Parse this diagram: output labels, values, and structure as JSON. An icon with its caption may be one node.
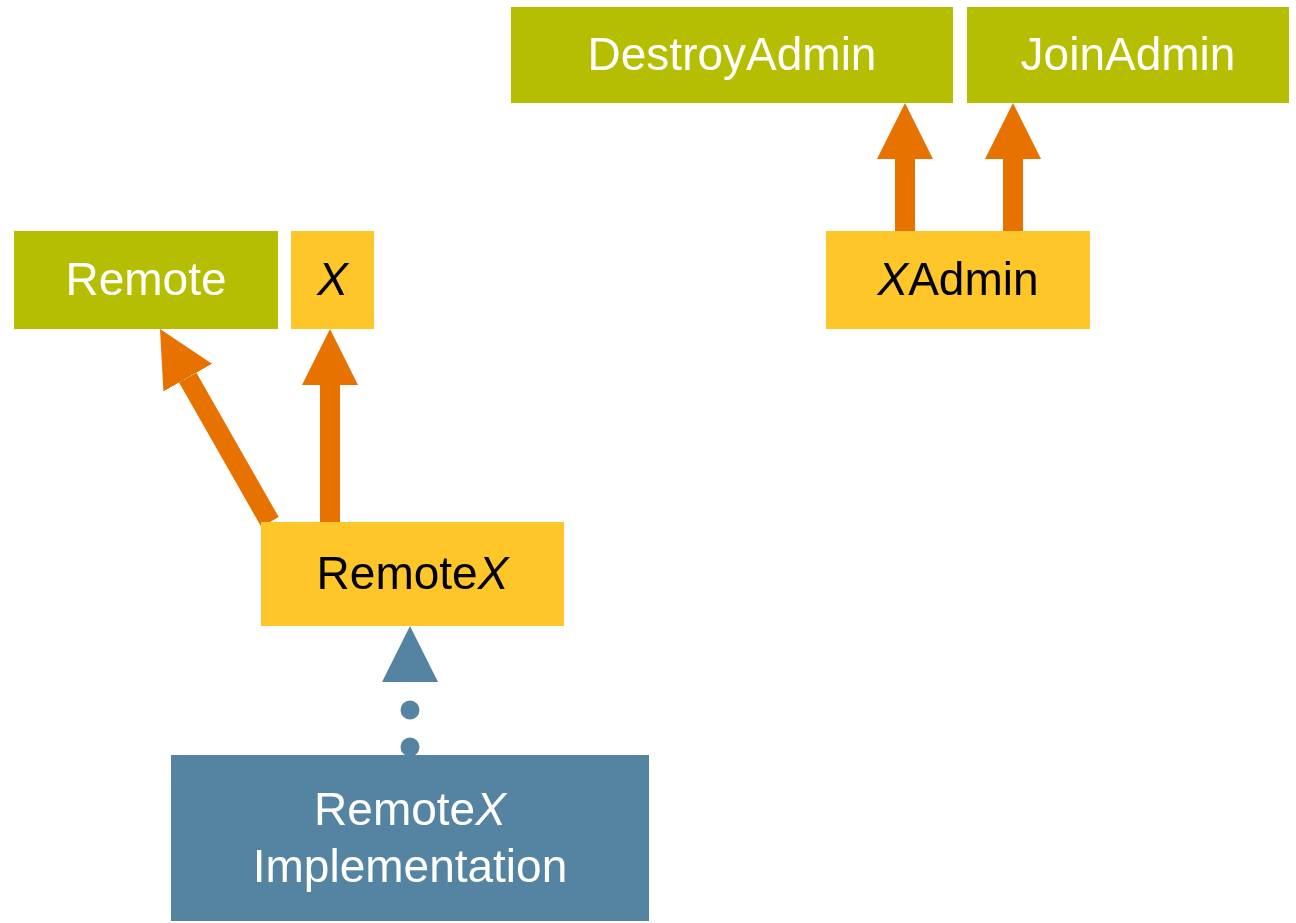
{
  "diagram": {
    "nodes": [
      {
        "text": [
          "DestroyAdmin"
        ]
      },
      {
        "text": [
          "JoinAdmin"
        ]
      },
      {
        "text": [
          "Remote"
        ]
      },
      {
        "text": [
          "X"
        ]
      },
      {
        "text": [
          "XAdmin"
        ]
      },
      {
        "text": [
          "RemoteX"
        ]
      },
      {
        "text": [
          "RemoteX Implementation"
        ]
      }
    ],
    "edges": [
      {
        "from": 4,
        "to": 0,
        "arrow": "to"
      },
      {
        "from": 4,
        "to": 1,
        "arrow": "to"
      },
      {
        "from": 5,
        "to": 2,
        "arrow": "to"
      },
      {
        "from": 5,
        "to": 3,
        "arrow": "to"
      },
      {
        "from": 6,
        "to": 5,
        "arrow": "to",
        "style": "dashed",
        "color": "#5584a3"
      }
    ]
  }
}
